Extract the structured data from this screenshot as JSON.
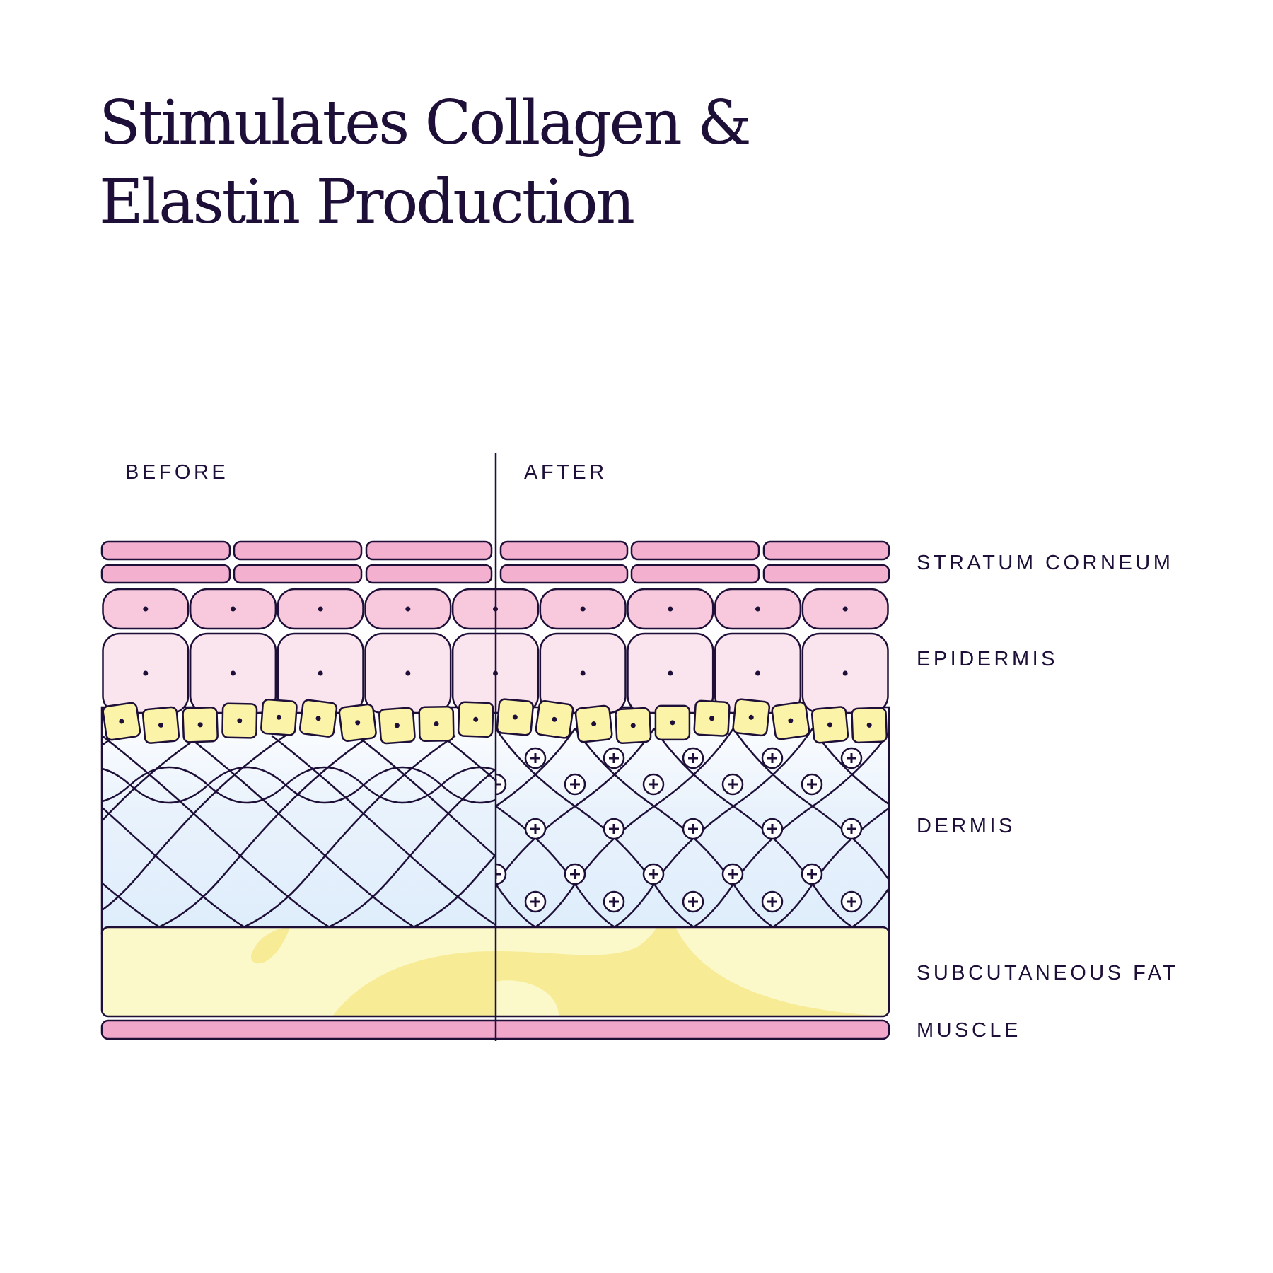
{
  "title": {
    "line1": "Stimulates Collagen &",
    "line2": "Elastin Production"
  },
  "panels": {
    "before": "BEFORE",
    "after": "AFTER"
  },
  "layers": {
    "stratum_corneum": "STRATUM CORNEUM",
    "epidermis": "EPIDERMIS",
    "dermis": "DERMIS",
    "subcutaneous_fat": "SUBCUTANEOUS FAT",
    "muscle": "MUSCLE"
  },
  "colors": {
    "ink": "#1d0f38",
    "stratum_pink": "#f3b0cf",
    "cell_pink": "#f8c8dd",
    "cell_pale_pink": "#fae4ee",
    "basal_yellow": "#fbf3a8",
    "dermis_top": "#ffffff",
    "dermis_bottom": "#deedfb",
    "fat_light": "#fbf8c9",
    "fat_dark": "#f7ec95",
    "muscle_pink": "#f1a7c9"
  }
}
